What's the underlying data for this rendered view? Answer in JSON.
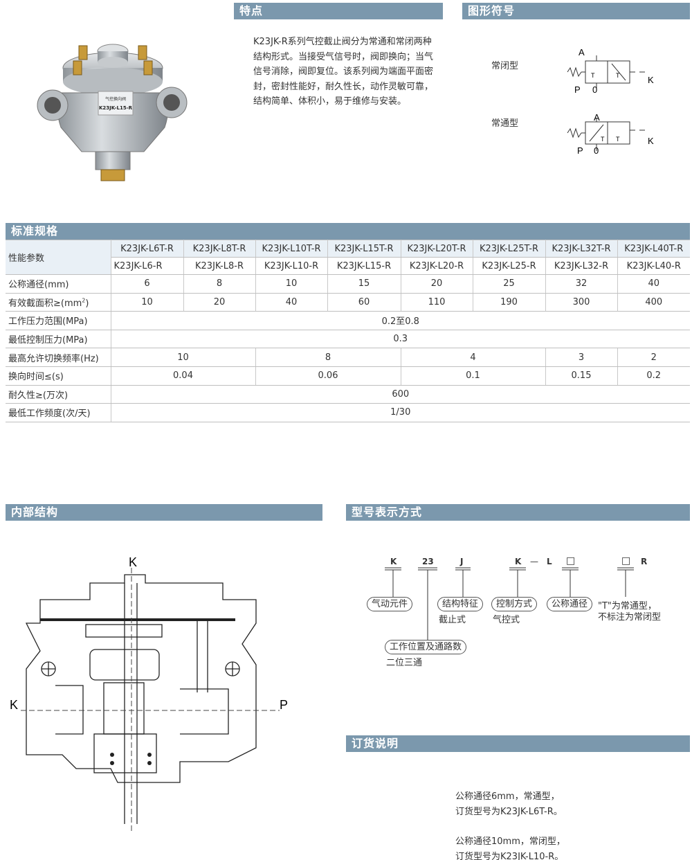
{
  "headers": {
    "features": "特点",
    "symbol": "图形符号",
    "spec": "标准规格",
    "structure": "内部结构",
    "model": "型号表示方式",
    "order": "订货说明"
  },
  "product_label": {
    "name": "气控换向阀",
    "model": "K23JK-L15-R"
  },
  "features_text": "K23JK-R系列气控截止阀分为常通和常闭两种结构形式。当接受气信号时，阀即换向；当气信号消除，阀即复位。该系列阀为端面平面密封，密封性能好，耐久性长，动作灵敏可靠，结构简单、体积小，易于维修与安装。",
  "symbols": {
    "normally_closed": "常闭型",
    "normally_open": "常通型",
    "port_a": "A",
    "port_p": "P",
    "port_o": "0",
    "port_k": "K",
    "t": "T"
  },
  "spec": {
    "param_header": "性能参数",
    "models_t": [
      "K23JK-L6T-R",
      "K23JK-L8T-R",
      "K23JK-L10T-R",
      "K23JK-L15T-R",
      "K23JK-L20T-R",
      "K23JK-L25T-R",
      "K23JK-L32T-R",
      "K23JK-L40T-R"
    ],
    "models": [
      "K23JK-L6-R",
      "K23JK-L8-R",
      "K23JK-L10-R",
      "K23JK-L15-R",
      "K23JK-L20-R",
      "K23JK-L25-R",
      "K23JK-L32-R",
      "K23JK-L40-R"
    ],
    "rows": {
      "nominal": {
        "label": "公称通径(mm)",
        "values": [
          "6",
          "8",
          "10",
          "15",
          "20",
          "25",
          "32",
          "40"
        ]
      },
      "area": {
        "label": "有效截面积≥(mm",
        "sup": "2",
        "label_end": ")",
        "values": [
          "10",
          "20",
          "40",
          "60",
          "110",
          "190",
          "300",
          "400"
        ]
      },
      "pressure": {
        "label": "工作压力范围(MPa)",
        "value": "0.2至0.8"
      },
      "min_control": {
        "label": "最低控制压力(MPa)",
        "value": "0.3"
      },
      "freq": {
        "label": "最高允许切换频率(Hz)",
        "values": [
          "10",
          "8",
          "4",
          "3",
          "2"
        ]
      },
      "switch": {
        "label": "换向时间≤(s)",
        "values": [
          "0.04",
          "0.06",
          "0.1",
          "0.15",
          "0.2"
        ]
      },
      "durability": {
        "label": "耐久性≥(万次)",
        "value": "600"
      },
      "min_freq": {
        "label": "最低工作频度(次/天)",
        "value": "1/30"
      }
    }
  },
  "structure": {
    "k_top": "K",
    "k_left": "K",
    "p_right": "P"
  },
  "model_code": {
    "c1": "K",
    "c2": "23",
    "c3": "J",
    "c4": "K",
    "dash": "—",
    "c5": "L",
    "c6": "□",
    "c7": "□",
    "c8": "R",
    "b1": "气动元件",
    "b2": "结构特征",
    "b2_sub": "截止式",
    "b3": "控制方式",
    "b3_sub": "气控式",
    "b4": "公称通径",
    "t_note_1": "\"T\"为常通型，",
    "t_note_2": "不标注为常闭型",
    "b5": "工作位置及通路数",
    "b5_sub": "二位三通"
  },
  "order": {
    "l1": "公称通径6mm，常通型，",
    "l2": "订货型号为K23JK-L6T-R。",
    "l3": "公称通径10mm，常闭型，",
    "l4": "订货型号为K23JK-L10-R。"
  }
}
